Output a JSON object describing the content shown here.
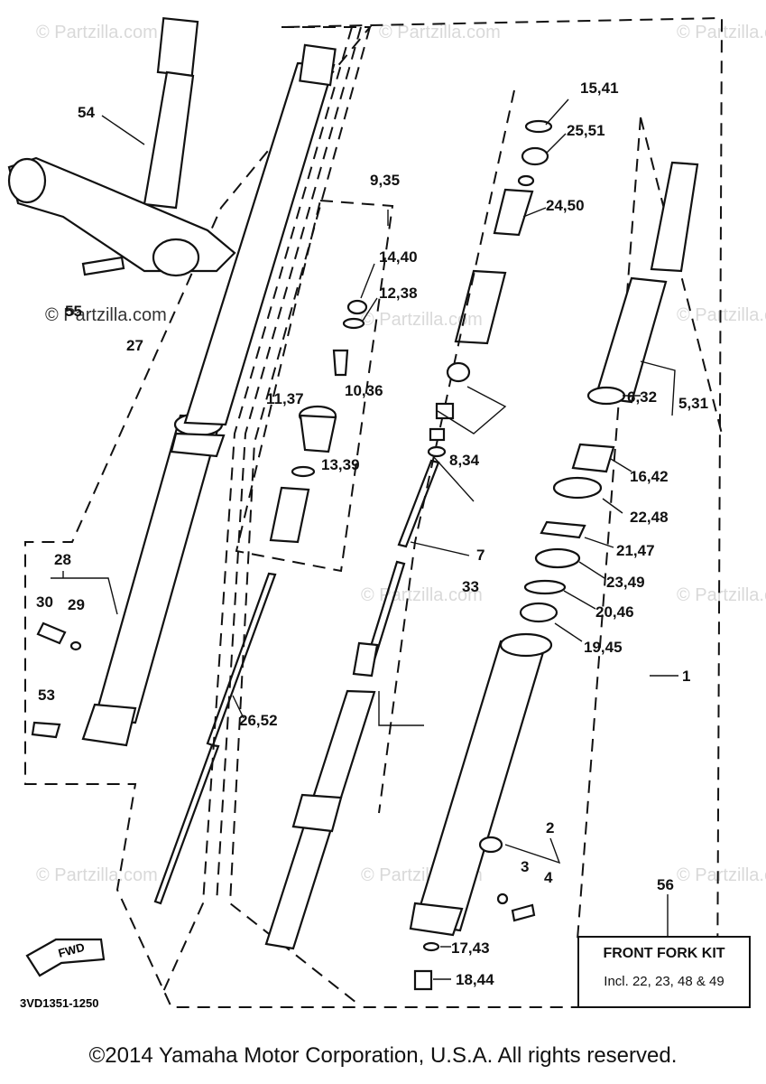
{
  "watermark": "© Partzilla.com",
  "diagram_code": "3VD1351-1250",
  "fwd_label": "FWD",
  "callouts": {
    "c54": "54",
    "c55": "55",
    "c27": "27",
    "c9_35": "9,35",
    "c14_40": "14,40",
    "c12_38": "12,38",
    "c11_37": "11,37",
    "c10_36": "10,36",
    "c13_39": "13,39",
    "c15_41": "15,41",
    "c25_51": "25,51",
    "c24_50": "24,50",
    "c8_34": "8,34",
    "c7": "7",
    "c33": "33",
    "c5_31": "5,31",
    "c6_32": "6,32",
    "c16_42": "16,42",
    "c22_48": "22,48",
    "c21_47": "21,47",
    "c23_49": "23,49",
    "c20_46": "20,46",
    "c19_45": "19,45",
    "c1": "1",
    "c28": "28",
    "c30": "30",
    "c29": "29",
    "c53": "53",
    "c26_52": "26,52",
    "c2": "2",
    "c3": "3",
    "c4": "4",
    "c17_43": "17,43",
    "c18_44": "18,44",
    "c56": "56"
  },
  "kit": {
    "title": "FRONT FORK KIT",
    "subtitle": "Incl. 22, 23, 48 & 49"
  },
  "copyright": "©2014 Yamaha Motor Corporation, U.S.A. All rights reserved."
}
